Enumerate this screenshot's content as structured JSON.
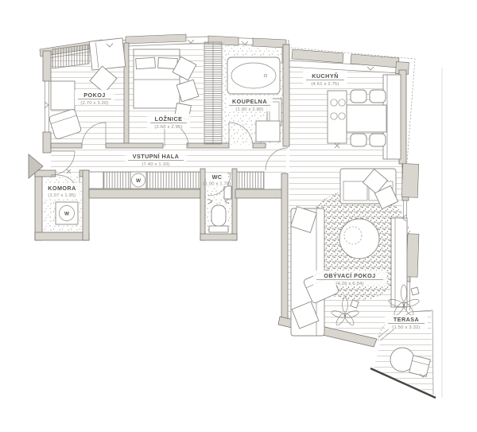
{
  "meta": {
    "drawing_type": "apartment-floor-plan",
    "language": "cs"
  },
  "colors": {
    "bg": "#ffffff",
    "wall-fill": "#d9d6d0",
    "wall-stroke": "#6f6b64",
    "furn": "#8e8b84",
    "floor-line": "#cdcac4",
    "stipple": "#b2afa9",
    "rug-dot": "#7c7972",
    "text": "#53504a",
    "dim": "#8f8c86",
    "railing": "#46443f",
    "hatch": "#84817a"
  },
  "rooms": [
    {
      "id": "pokoj",
      "name": "POKOJ",
      "dims": "(2.70 x 3.20)"
    },
    {
      "id": "loznice",
      "name": "LOŽNICE",
      "dims": "(2.60 x 2.95)"
    },
    {
      "id": "koupelna",
      "name": "KOUPELNA",
      "dims": "(1.90 x 2.80)"
    },
    {
      "id": "kuchyn",
      "name": "KUCHYŇ",
      "dims": "(4.61 x 2.75)"
    },
    {
      "id": "vstupni-hala",
      "name": "VSTUPNÍ HALA",
      "dims": "(7.40 x 1.10)"
    },
    {
      "id": "komora",
      "name": "KOMORA",
      "dims": "(1.07 x 1.95)"
    },
    {
      "id": "wc",
      "name": "WC",
      "dims": "(1.00 x 1.70)"
    },
    {
      "id": "obyvaci-pokoj",
      "name": "OBÝVACÍ POKOJ",
      "dims": "(4.26 x 6.54)"
    },
    {
      "id": "terasa",
      "name": "TERASA",
      "dims": "(1.50 x 3.32)"
    }
  ],
  "symbols": {
    "washer_label": "W"
  }
}
